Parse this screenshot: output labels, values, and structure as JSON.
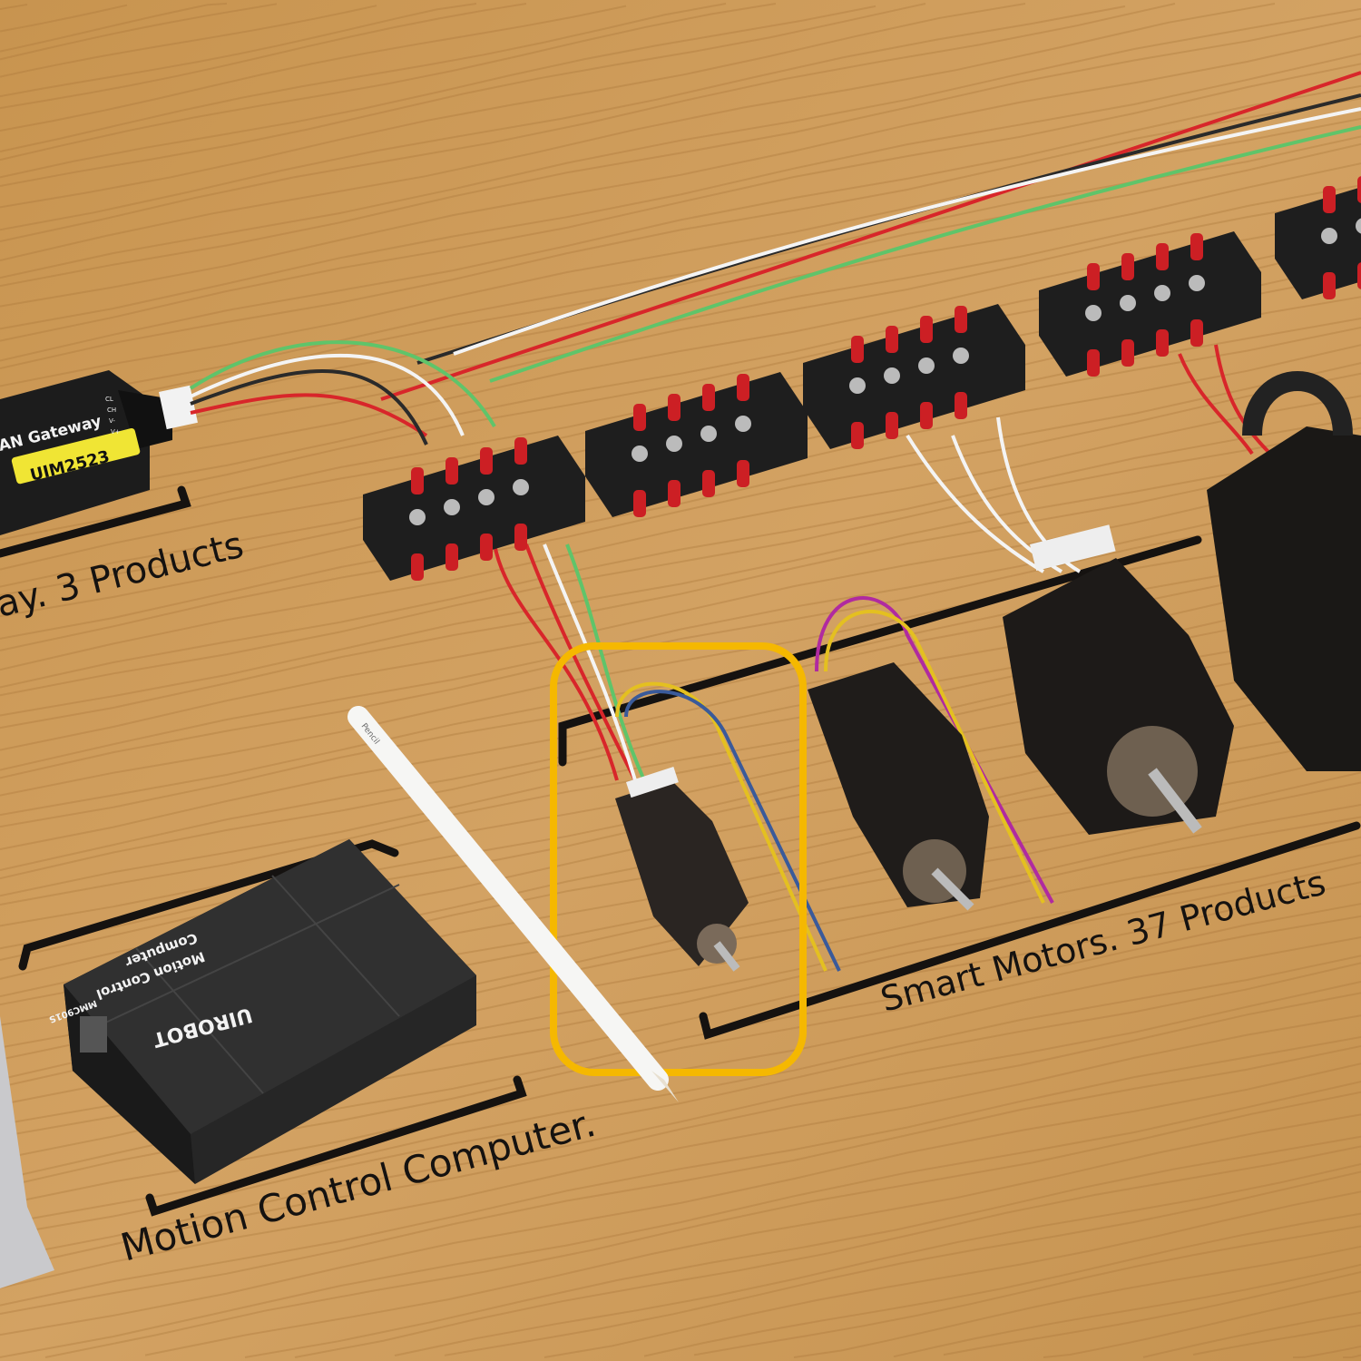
{
  "gateway": {
    "name_label": "AN Gateway",
    "model_badge": "UIM2523",
    "pins": [
      "CL",
      "CH",
      "V-",
      "V+"
    ],
    "caption": "ay. 3 Products"
  },
  "motors": {
    "caption": "Smart Motors. 37 Products"
  },
  "computer": {
    "brand": "UIROBOT",
    "title_line1": "Motion Control",
    "title_line2": "Computer",
    "model": "MMC901S",
    "caption": "Motion Control Computer."
  },
  "pencil": {
    "label": "Pencil"
  },
  "colors": {
    "wood": "#c99a55",
    "highlight": "#f5b800",
    "wire_red": "#d8262a",
    "wire_black": "#2a2a2a",
    "wire_white": "#f4f4f4",
    "wire_green": "#5fc46a",
    "badge_yellow": "#f0e534"
  }
}
